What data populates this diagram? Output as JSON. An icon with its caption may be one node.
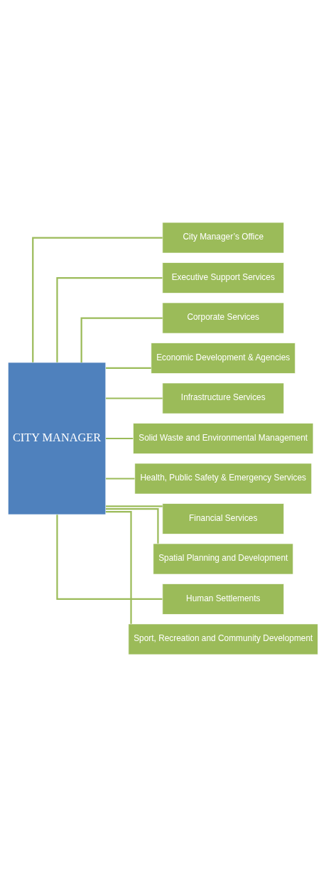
{
  "diagram": {
    "nodes": [
      {
        "text": [
          "CITY MANAGER"
        ]
      },
      {
        "text": [
          "City Manager’s Office"
        ]
      },
      {
        "text": [
          "Executive Support Services"
        ]
      },
      {
        "text": [
          "Corporate Services"
        ]
      },
      {
        "text": [
          "Economic Development & Agencies"
        ]
      },
      {
        "text": [
          "Infrastructure Services"
        ]
      },
      {
        "text": [
          "Solid Waste and Environmental Management"
        ]
      },
      {
        "text": [
          "Health, Public Safety & Emergency Services"
        ]
      },
      {
        "text": [
          "Financial Services"
        ]
      },
      {
        "text": [
          "Spatial Planning and Development"
        ]
      },
      {
        "text": [
          "Human Settlements"
        ]
      },
      {
        "text": [
          "Sport, Recreation and Community Development"
        ]
      }
    ],
    "edges": [
      {
        "from": 0,
        "to": 1,
        "arrow": "none"
      },
      {
        "from": 0,
        "to": 2,
        "arrow": "none"
      },
      {
        "from": 0,
        "to": 3,
        "arrow": "none"
      },
      {
        "from": 0,
        "to": 4,
        "arrow": "none"
      },
      {
        "from": 0,
        "to": 5,
        "arrow": "none"
      },
      {
        "from": 0,
        "to": 6,
        "arrow": "none"
      },
      {
        "from": 0,
        "to": 7,
        "arrow": "none"
      },
      {
        "from": 0,
        "to": 8,
        "arrow": "none"
      },
      {
        "from": 0,
        "to": 9,
        "arrow": "none"
      },
      {
        "from": 0,
        "to": 10,
        "arrow": "none"
      },
      {
        "from": 0,
        "to": 11,
        "arrow": "none"
      }
    ]
  }
}
